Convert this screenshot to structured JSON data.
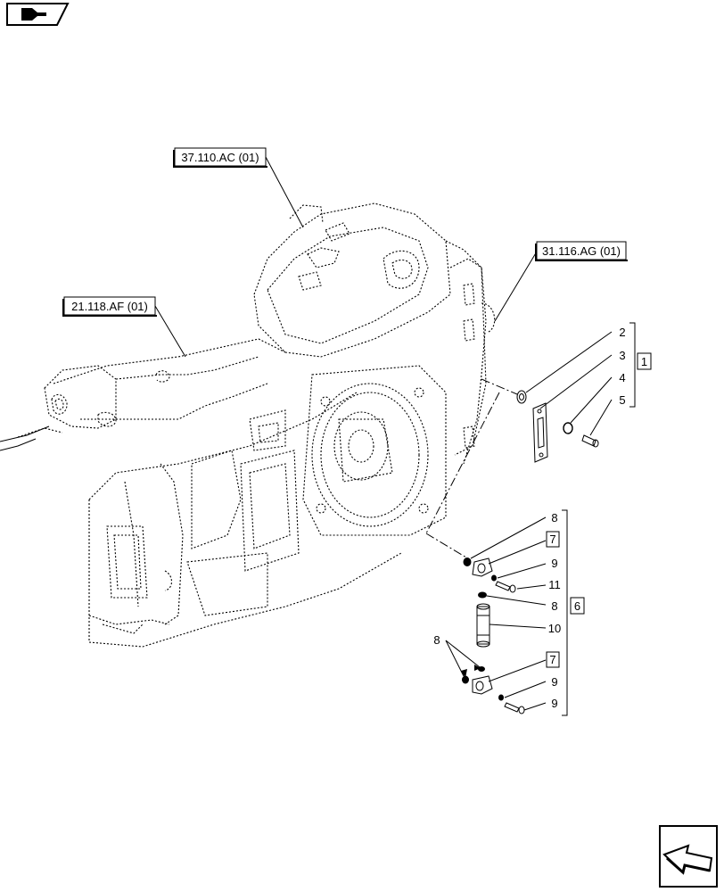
{
  "refs": {
    "r37110": "37.110.AC (01)",
    "r31116": "31.116.AG (01)",
    "r21118": "21.118.AF (01)"
  },
  "callouts": {
    "c2": "2",
    "c3": "3",
    "c4": "4",
    "c5": "5",
    "box1": "1",
    "c8a": "8",
    "box7a": "7",
    "c9a": "9",
    "c11": "11",
    "c8b": "8",
    "box6": "6",
    "c10": "10",
    "c8c": "8",
    "box7b": "7",
    "c9b": "9",
    "c9c": "9"
  },
  "icons": {
    "top_left": "book-navigation-icon",
    "bottom_right": "next-page-arrow-icon"
  },
  "colors": {
    "line": "#000000",
    "background": "#ffffff"
  }
}
